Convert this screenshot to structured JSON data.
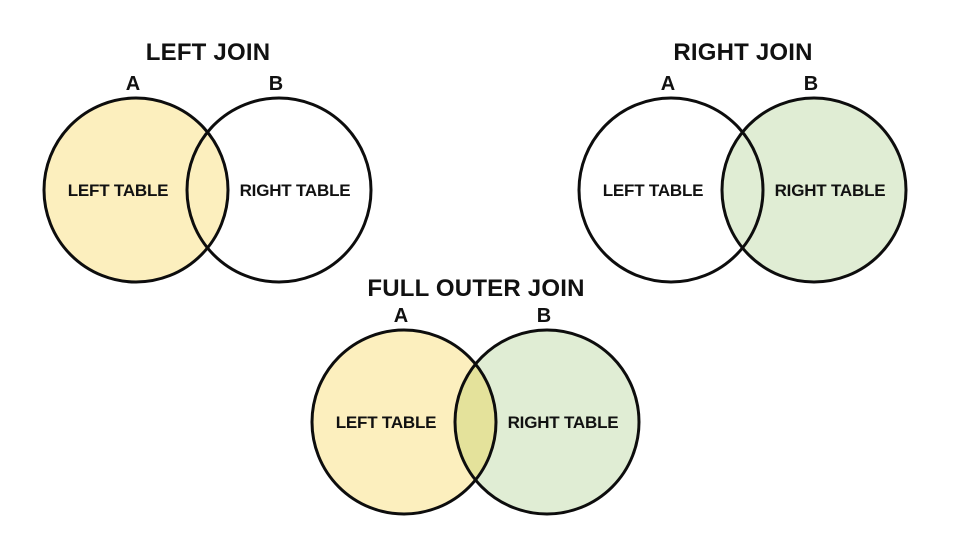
{
  "colors": {
    "left_table_fill": "#FCEFBE",
    "right_table_fill": "#E0EDD4",
    "overlap_blend_fill": "#E4E29B",
    "empty_fill": "#FFFFFF",
    "stroke": "#0D0D0D",
    "text": "#111111"
  },
  "diagrams": [
    {
      "title": "LEFT JOIN",
      "circle_a_label": "A",
      "circle_b_label": "B",
      "circle_a_text": "LEFT TABLE",
      "circle_b_text": "RIGHT TABLE",
      "fill_a": "#FCEFBE",
      "fill_b": "#FFFFFF",
      "fill_overlap": "#FCEFBE"
    },
    {
      "title": "RIGHT JOIN",
      "circle_a_label": "A",
      "circle_b_label": "B",
      "circle_a_text": "LEFT TABLE",
      "circle_b_text": "RIGHT TABLE",
      "fill_a": "#FFFFFF",
      "fill_b": "#E0EDD4",
      "fill_overlap": "#E0EDD4"
    },
    {
      "title": "FULL OUTER JOIN",
      "circle_a_label": "A",
      "circle_b_label": "B",
      "circle_a_text": "LEFT TABLE",
      "circle_b_text": "RIGHT TABLE",
      "fill_a": "#FCEFBE",
      "fill_b": "#E0EDD4",
      "fill_overlap": "#E4E29B"
    }
  ]
}
